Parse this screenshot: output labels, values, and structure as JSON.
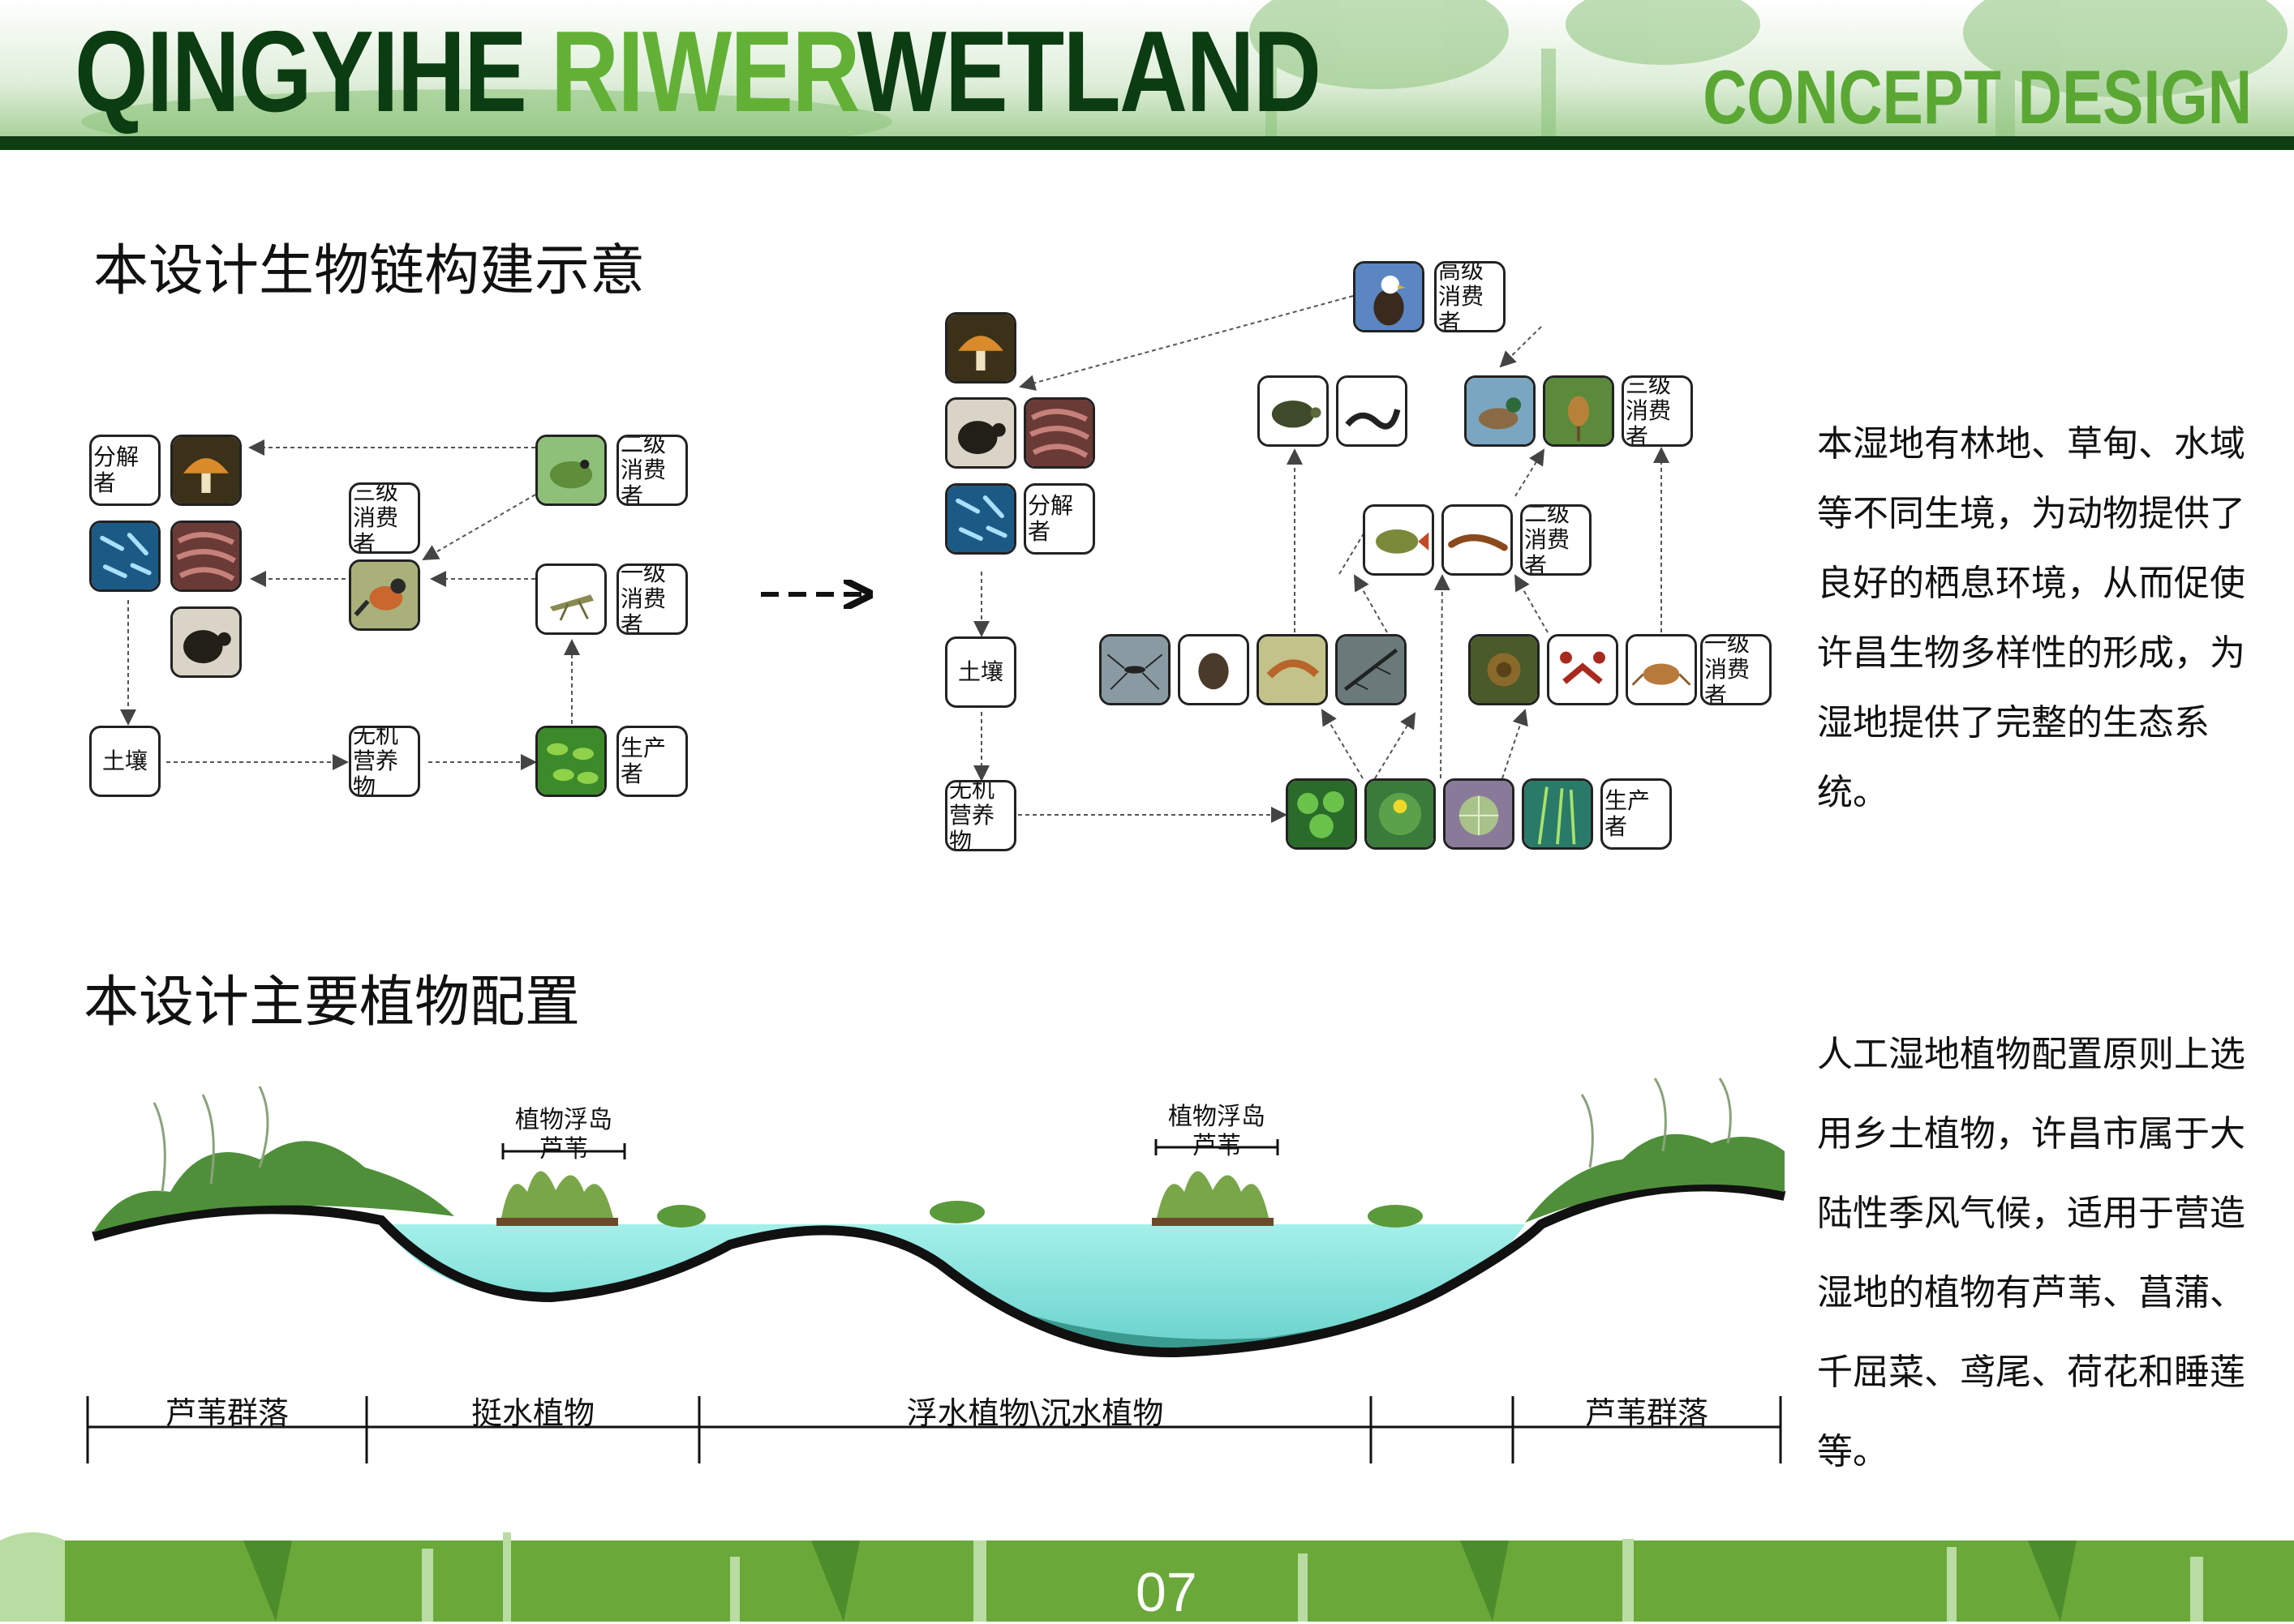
{
  "header": {
    "title_part1": "QINGYIHE ",
    "title_part2": "RIWER",
    "title_part3": "WETLAND",
    "subtitle": "CONCEPT DESIGN"
  },
  "section1": {
    "title": "本设计生物链构建示意",
    "paragraph": "本湿地有林地、草甸、水域等不同生境，为动物提供了良好的栖息环境，从而促使许昌生物多样性的形成，为湿地提供了完整的生态系统。"
  },
  "left_chain": {
    "decomposer": "分解者",
    "secondary": "二级消费者",
    "tertiary": "三级消费者",
    "primary": "一级消费者",
    "soil": "土壤",
    "nutrients": "无机营养物",
    "producer": "生产者"
  },
  "right_chain": {
    "top": "高级消费者",
    "tertiary": "三级消费者",
    "secondary": "二级消费者",
    "primary": "一级消费者",
    "decomposer": "分解者",
    "soil": "土壤",
    "nutrients": "无机营养物",
    "producer": "生产者"
  },
  "section2": {
    "title": "本设计主要植物配置",
    "paragraph": "人工湿地植物配置原则上选用乡土植物，许昌市属于大陆性季风气候，适用于营造湿地的植物有芦苇、菖蒲、千屈菜、鸢尾、荷花和睡莲等。",
    "island_left_line1": "植物浮岛",
    "island_left_line2": "芦苇",
    "island_right_line1": "植物浮岛",
    "island_right_line2": "芦苇",
    "zones": [
      "芦苇群落",
      "挺水植物",
      "浮水植物\\沉水植物",
      "芦苇群落"
    ]
  },
  "footer": {
    "page": "07"
  },
  "colors": {
    "brand_dark": "#0c3c12",
    "brand_light": "#62b136",
    "water": "#8ee4e0",
    "grass": "#4f8f3a"
  }
}
